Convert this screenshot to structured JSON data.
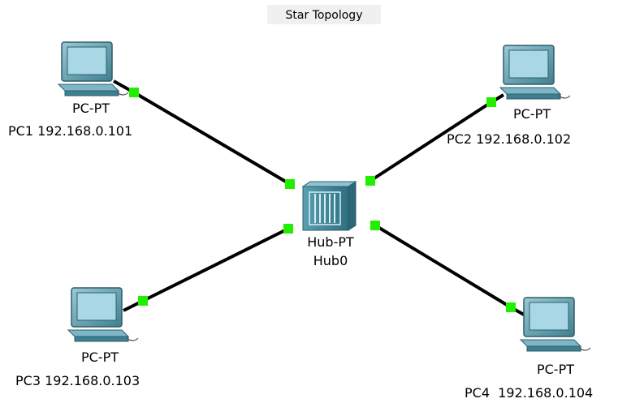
{
  "title": "Star Topology",
  "colors": {
    "background": "#ffffff",
    "title_background": "#f0f0f0",
    "link": "#000000",
    "port": "#22ee00",
    "device_body": "#5f9fae",
    "screen": "#a9d7e6"
  },
  "hub": {
    "type": "Hub-PT",
    "name": "Hub0",
    "icon": "hub-icon"
  },
  "pcs": [
    {
      "id": "pc1",
      "type": "PC-PT",
      "label": "PC1 192.168.0.101",
      "icon": "pc-icon"
    },
    {
      "id": "pc2",
      "type": "PC-PT",
      "label": "PC2 192.168.0.102",
      "icon": "pc-icon"
    },
    {
      "id": "pc3",
      "type": "PC-PT",
      "label": "PC3 192.168.0.103",
      "icon": "pc-icon"
    },
    {
      "id": "pc4",
      "type": "PC-PT",
      "label": "PC4  192.168.0.104",
      "icon": "pc-icon"
    }
  ]
}
